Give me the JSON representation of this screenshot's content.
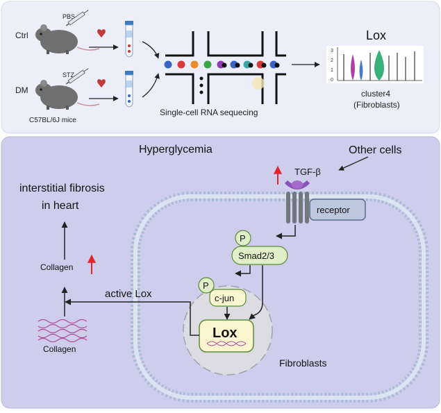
{
  "top": {
    "ctrl_label": "Ctrl",
    "dm_label": "DM",
    "pbs_label": "PBS",
    "stz_label": "STZ",
    "mice_label": "C57BL/6J mice",
    "scrna_label": "Single-cell RNA sequecing",
    "lox_title": "Lox",
    "cluster_label": "cluster4",
    "cluster_sub": "(Fibroblasts)",
    "violin_ticks": [
      "3",
      "2",
      "1",
      "0"
    ]
  },
  "bottom": {
    "hyperglycemia": "Hyperglycemia",
    "other_cells": "Other cells",
    "tgfb": "TGF-β",
    "receptor": "receptor",
    "p1": "P",
    "smad": "Smad2/3",
    "p2": "P",
    "cjun": "c-jun",
    "lox": "Lox",
    "active_lox": "active Lox",
    "fibrosis_line1": "interstitial fibrosis",
    "fibrosis_line2": "in heart",
    "collagen_up": "Collagen",
    "collagen_bottom": "Collagen",
    "fibroblasts": "Fibroblasts"
  },
  "colors": {
    "top_panel": "#eceef9",
    "bottom_panel": "#cfcdec",
    "cell_membrane": "#d6e1ee",
    "nucleus": "#dcdce2",
    "green_box": "#dff0c8",
    "green_border": "#5a8a3a",
    "yellow_box": "#fbf6cf",
    "red_arrow": "#e0262b",
    "receptor_box": "#bcc8de",
    "receptor_purple": "#8a54b6",
    "collagen_wave": "#b34c9c",
    "violin_green": "#37b07a"
  },
  "cell_dot_colors": [
    "#3a64c4",
    "#d63c3c",
    "#e88c2a",
    "#3aa645",
    "#8e3fb6",
    "#3a64c4",
    "#3aa6a6",
    "#d63c3c",
    "#3a64c4"
  ],
  "icons": [
    "mouse-icon",
    "syringe-icon",
    "heart-icon",
    "tube-icon",
    "lipid-membrane",
    "dna-icon"
  ]
}
